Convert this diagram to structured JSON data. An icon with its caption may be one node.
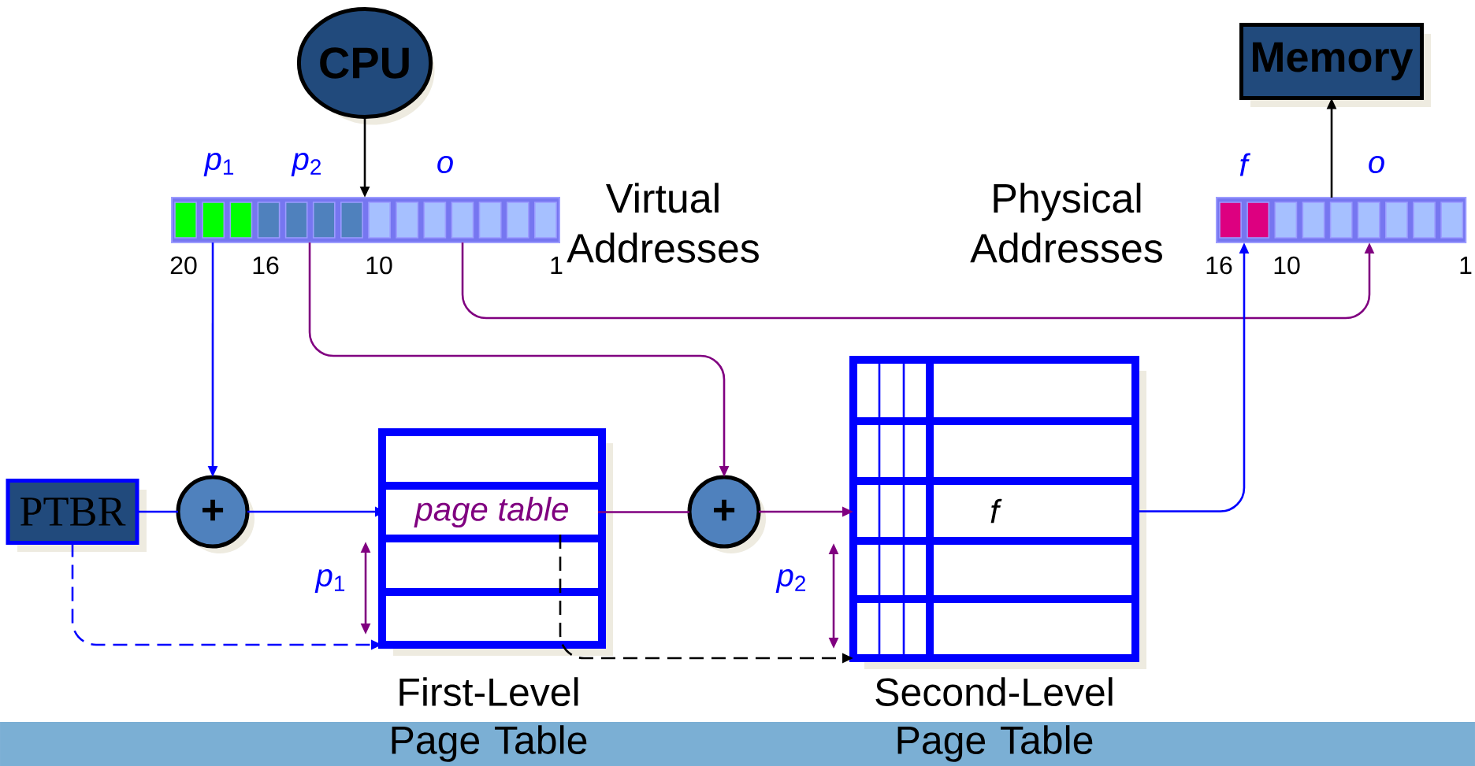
{
  "diagram": {
    "nodes": [
      {
        "text": [
          "CPU"
        ]
      },
      {
        "text": [],
        "shape": "bar",
        "beside": [
          "Virtual Addresses"
        ]
      },
      {
        "text": [],
        "shape": "bar",
        "beside": [
          "Physical Addresses"
        ]
      },
      {
        "text": [
          "Memory"
        ]
      },
      {
        "text": [
          "PTBR"
        ]
      },
      {
        "text": [
          "+"
        ]
      },
      {
        "text": [],
        "shape": "box",
        "beside": [
          "First-Level Page Table"
        ]
      },
      {
        "text": [
          "page table"
        ],
        "in": 6
      },
      {
        "text": [
          "+"
        ]
      },
      {
        "text": [],
        "shape": "box",
        "beside": [
          "Second-Level Page Table"
        ]
      },
      {
        "text": [
          "f"
        ],
        "in": 9
      }
    ],
    "edges": [
      {
        "from": 0,
        "to": 1,
        "arrow": "to",
        "color": "#000000"
      },
      {
        "from": 1,
        "to": 5,
        "arrow": "to"
      },
      {
        "from": 4,
        "to": 5,
        "arrow": "none"
      },
      {
        "from": 5,
        "to": 7,
        "arrow": "to"
      },
      {
        "from": 4,
        "to": 6,
        "arrow": "to",
        "style": "dashed"
      },
      {
        "from": 1,
        "to": 8,
        "arrow": "to",
        "color": "#800080"
      },
      {
        "from": 7,
        "to": 8,
        "arrow": "none",
        "color": "#800080"
      },
      {
        "from": 8,
        "to": 9,
        "arrow": "to",
        "color": "#800080"
      },
      {
        "from": 7,
        "to": 9,
        "arrow": "to",
        "style": "dashed",
        "color": "#000000"
      },
      {
        "from": 1,
        "to": 2,
        "arrow": "to",
        "color": "#800080"
      },
      {
        "from": 9,
        "to": 2,
        "arrow": "to"
      },
      {
        "from": 2,
        "to": 3,
        "arrow": "to",
        "color": "#000000"
      }
    ],
    "labels": [
      "*p*$_{1}$",
      "*p*$_{2}$",
      "o",
      "f",
      "o",
      "20",
      "16",
      "10",
      "1",
      "16",
      "10",
      "1",
      "*p*$_{1}$",
      "*p*$_{2}$"
    ]
  }
}
